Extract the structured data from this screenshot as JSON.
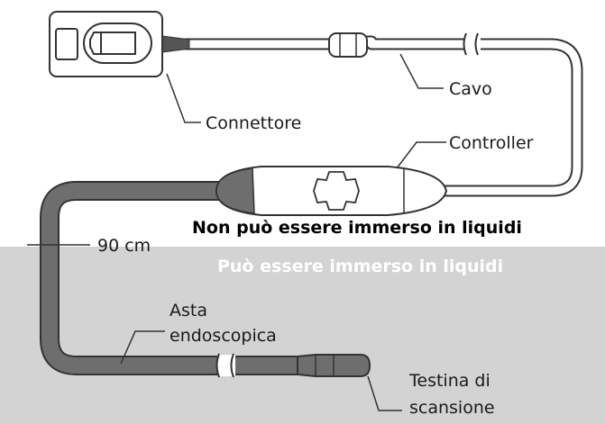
{
  "labels": {
    "connector": "Connettore",
    "cable": "Cavo",
    "controller": "Controller",
    "shaft_line1": "Asta",
    "shaft_line2": "endoscopica",
    "head_line1": "Testina di",
    "head_line2": "scansione",
    "depth": "90 cm"
  },
  "zones": {
    "dry": "Non può essere immerso in liquidi",
    "wet": "Può essere immerso in liquidi"
  },
  "colors": {
    "wet_zone": "#d3d3d3",
    "shaft": "#6e6e6e",
    "cable": "#ffffff",
    "outline": "#333333",
    "wet_text": "#ffffff",
    "dry_text": "#000000"
  }
}
